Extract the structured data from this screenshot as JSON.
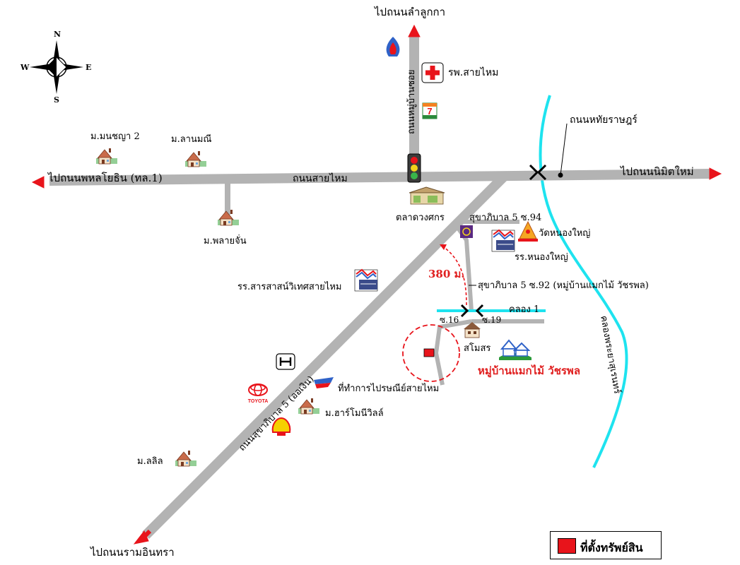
{
  "compass": {
    "n": "N",
    "s": "S",
    "e": "E",
    "w": "W"
  },
  "destinations": {
    "north": "ไปถนนลำลูกกา",
    "west": "ไปถนนพหลโยธิน (ทล.1)",
    "east": "ไปถนนนิมิตใหม่",
    "southwest": "ไปถนนรามอินทรา"
  },
  "roads": {
    "sai_mai": "ถนนสายไหม",
    "hathai_rat": "ถนนหทัยราษฎร์",
    "sukhaphiban5": "ถนนสุขาภิบาล 5 (ออเงิน)",
    "north_road": "ถนนหมู่บ้านซอย"
  },
  "sois": {
    "s94": "สุขาภิบาล 5 ซ.94",
    "s92": "สุขาภิบาล 5 ซ.92 (หมู่บ้านแมกไม้ วัชรพล)",
    "s16": "ซ.16",
    "s19": "ซ.19"
  },
  "water": {
    "khlong1": "คลอง 1",
    "khlong_phraya": "คลองพระยาสุเรนทร์"
  },
  "places": {
    "hospital": "รพ.สายไหม",
    "villages": {
      "manchaya": "ม.มนชญา 2",
      "lanmanee": "ม.ลานมณี",
      "phlayjan": "ม.พลายจั่น",
      "harmony": "ม.ฮาร์โมนีวิลล์",
      "lalin": "ม.ลลิล"
    },
    "market": "ตลาดวงศกร",
    "wat": "วัดหนองใหญ่",
    "school_nongyai": "รร.หนองใหญ่",
    "school_saraswat": "รร.สารสาสน์วิเทศสายไหม",
    "post_office": "ที่ทำการไปรษณีย์สายไหม",
    "samosorn": "สโมสร",
    "project": "หมู่บ้านแมกไม้ วัชรพล"
  },
  "brands": {
    "toyota": "TOYOTA",
    "seven": "7"
  },
  "distance": "380 ม.",
  "legend": {
    "label": "ที่ตั้งทรัพย์สิน"
  },
  "colors": {
    "road": "#b3b3b3",
    "river": "#1ee3ef",
    "arrow": "#e8141b",
    "property": "#e8141b"
  }
}
